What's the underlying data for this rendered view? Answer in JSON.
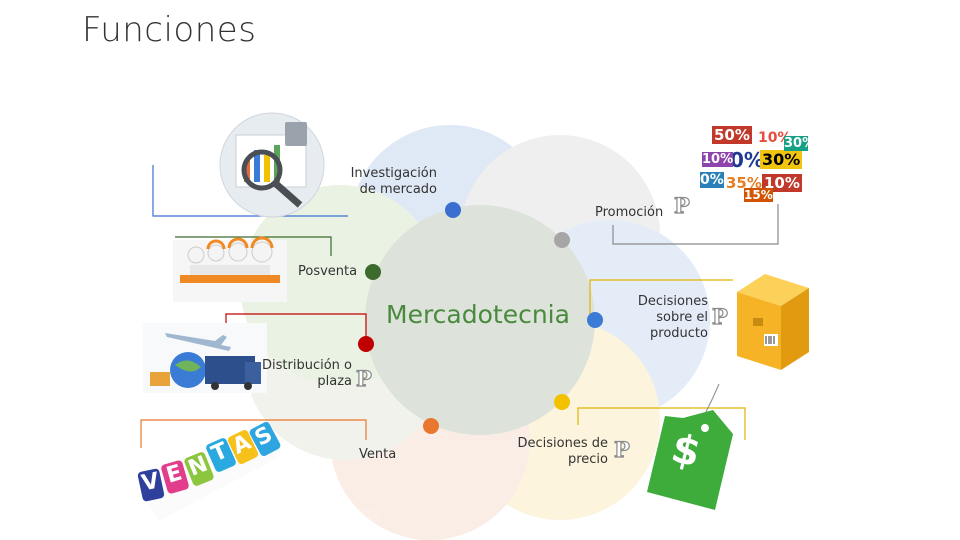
{
  "title": "Funciones",
  "center": "Mercadotecnia",
  "nodes": {
    "investigacion": "Investigación\nde mercado",
    "promocion": "Promoción",
    "posventa": "Posventa",
    "producto": "Decisiones\nsobre el\nproducto",
    "distribucion": "Distribución o\nplaza",
    "venta": "Venta",
    "precio": "Decisiones de\nprecio"
  },
  "p_mark": "P",
  "ventas_tag_letters": [
    "V",
    "E",
    "N",
    "T",
    "A",
    "S"
  ],
  "price_tag_symbol": "$",
  "discount_numbers": [
    "50%",
    "10%",
    "0%",
    "30%",
    "10%",
    "0%",
    "35%",
    "10%",
    "30%",
    "15%"
  ],
  "colors": {
    "investigacion": "#3a6fd1",
    "promocion": "#a6a6a6",
    "posventa": "#3d6b2e",
    "producto": "#3a7bd5",
    "distribucion": "#c00000",
    "venta": "#e9782e",
    "precio": "#f2c200"
  }
}
